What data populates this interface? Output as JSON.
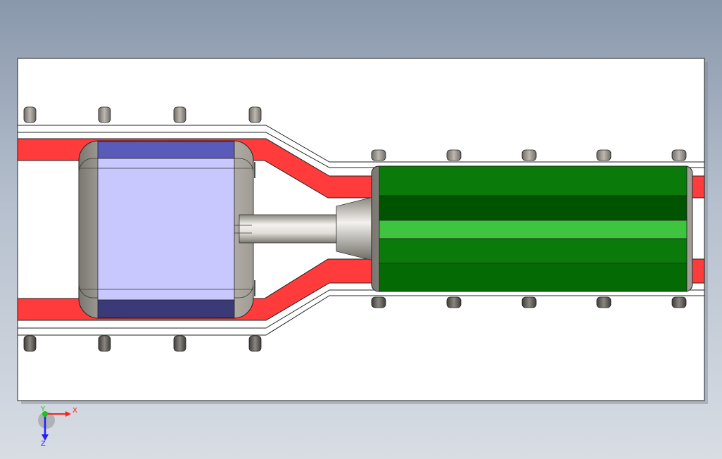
{
  "viewport": {
    "background_top": "#8a98ac",
    "background_bottom": "#d8dde4"
  },
  "model": {
    "plate_color": "#ffffff",
    "channel_color": "#ff3b3b",
    "chamber_color": "#c8c8ff",
    "chamber_band_top": "#5a5ab8",
    "chamber_band_bottom": "#3a3a78",
    "roller_color": "#0a7a0a",
    "roller_dark": "#005400",
    "roller_light": "#3ec43e",
    "metal_color": "#c8c4bc",
    "bolt_color": "#9a968e"
  },
  "triad": {
    "x_label": "X",
    "y_label": "Y",
    "z_label": "Z",
    "x_color": "#ff2020",
    "y_color": "#20c020",
    "z_color": "#2020ff"
  }
}
